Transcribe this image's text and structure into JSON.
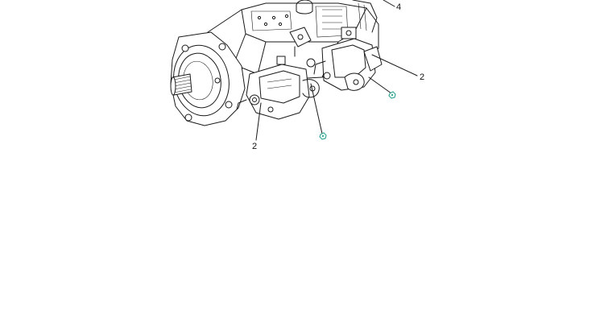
{
  "callouts": {
    "top_right": "4",
    "right": "2",
    "bottom_left": "2"
  },
  "colors": {
    "line": "#1a1a1a",
    "marker": "#3aa89a",
    "background": "#ffffff"
  },
  "icons": {
    "small_part_marker": "hex-bolt-marker"
  }
}
